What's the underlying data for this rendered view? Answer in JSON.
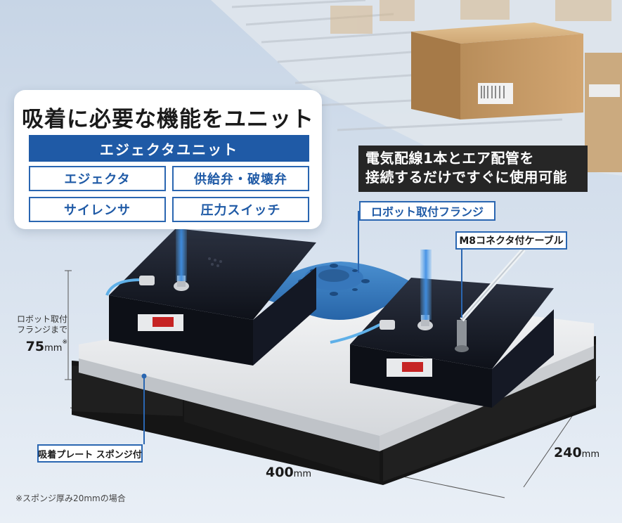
{
  "feature": {
    "title": "吸着に必要な機能をユニット化",
    "unit_name": "エジェクタユニット",
    "functions": [
      "エジェクタ",
      "供給弁・破壊弁",
      "サイレンサ",
      "圧力スイッチ"
    ]
  },
  "callout": {
    "line1": "電気配線1本とエア配管を",
    "line2": "接続するだけですぐに使用可能"
  },
  "labels": {
    "flange": "ロボット取付フランジ",
    "cable": "M8コネクタ付ケーブル",
    "plate": "吸着プレート スポンジ付"
  },
  "height": {
    "note_line1": "ロボット取付",
    "note_line2": "フランジまで",
    "value": "75",
    "unit": "mm",
    "mark": "※"
  },
  "dimensions": {
    "width": "400",
    "depth": "240",
    "unit": "mm"
  },
  "footnote": "※スポンジ厚み20mmの場合"
}
